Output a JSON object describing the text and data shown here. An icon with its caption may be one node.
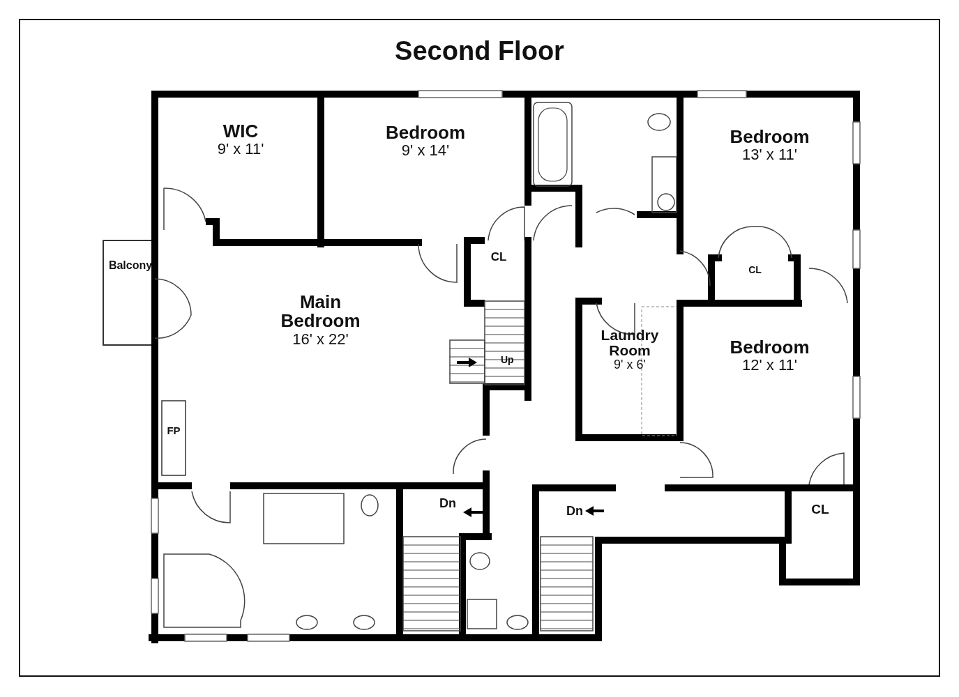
{
  "diagram": {
    "title": "Second Floor",
    "nodes": [
      {
        "text": [
          "WIC",
          "9' x 11'"
        ]
      },
      {
        "text": [
          "Bedroom",
          "9' x 14'"
        ]
      },
      {
        "text": [
          "Bedroom",
          "13' x 11'"
        ]
      },
      {
        "text": [
          "Balcony"
        ]
      },
      {
        "text": [
          "Main Bedroom",
          "16' x 22'"
        ]
      },
      {
        "text": [
          "CL"
        ]
      },
      {
        "text": [
          "CL"
        ]
      },
      {
        "text": [
          "Laundry Room",
          "9' x 6'"
        ]
      },
      {
        "text": [
          "Bedroom",
          "12' x 11'"
        ]
      },
      {
        "text": [
          "FP"
        ]
      },
      {
        "text": [
          "CL"
        ]
      }
    ],
    "labels": [
      "Up",
      "Dn",
      "Dn"
    ]
  }
}
